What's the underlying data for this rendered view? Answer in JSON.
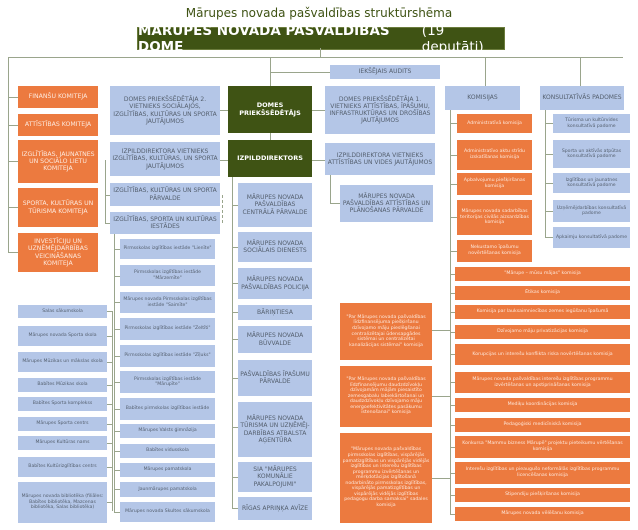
{
  "title": "Mārupes novada pašvaldības struktūrshēma",
  "dome": {
    "name": "MĀRUPES NOVADA PAŠVALDĪBAS DOME",
    "suffix": "(19 deputāti)"
  },
  "colors": {
    "dark_green": "#3f5314",
    "orange": "#ec7a3f",
    "blue": "#b4c6e7"
  },
  "committees": [
    "FINANŠU KOMITEJA",
    "ATTĪSTĪBAS KOMITEJA",
    "IZGLĪTĪBAS, JAUNATNES UN SOCIĀLO LIETU KOMITEJA",
    "SPORTA, KULTŪRAS UN TŪRISMA KOMITEJA",
    "INVESTĪCIJU UN UZŅĒMĒJDARBĪBAS VEICINĀŠANAS KOMITEJA"
  ],
  "leadership": {
    "internal_audit": "IEKŠĒJAIS AUDITS",
    "deputy2": "DOMES PRIEKŠSĒDĒTĀJA 2. VIETNIEKS SOCIĀLAJOS, IZGLĪTĪBAS, KULTŪRAS UN SPORTA JAUTĀJUMOS",
    "chair": "DOMES PRIEKŠSĒDĒTĀJS",
    "deputy1": "DOMES PRIEKŠSĒDĒTĀJA 1. VIETNIEKS ATTĪSTĪBAS, ĪPAŠUMU, INFRASTRUKTŪRAS UN DROŠĪBAS JAUTĀJUMOS",
    "executive_director": "IZPILDDIREKTORS",
    "exec_deputy_education": "IZPILDDIREKTORA VIETNIEKS IZGLĪTĪBAS, KULTŪRAS, UN SPORTA JAUTĀJUMOS",
    "exec_deputy_development": "IZPILDDIREKTORA VIETNIEKS ATTĪSTĪBAS UN VIDES JAUTĀJUMOS",
    "education_administration": "IZGLĪTĪBAS, KULTŪRAS UN SPORTA PĀRVALDE",
    "education_institutions": "IZGLĪTĪBAS, SPORTA UN KULTŪRAS IESTĀDES",
    "development_administration": "MĀRUPES NOVADA PAŠVALDĪBAS ATTĪSTĪBAS UN PLĀNOŠANAS PĀRVALDE"
  },
  "schools": [
    "Pirmsskolas izglītības iestāde \"Lienīte\"",
    "Pirmsskolas izglītības iestāde \"Mārzemīte\"",
    "Mārupes novada Pirmsskolas izglītības iestāde \"Saimīte\"",
    "Pirmsskolas izglītības iestāde \"Zeltīti\"",
    "Pirmsskolas izglītības iestāde \"Zīļuks\"",
    "Pirmsskolas izglītības iestāde \"Mārupīte\"",
    "Babītes pirmskolas izglītības iestāde",
    "Mārupes Valsts ģimnāzija",
    "Babītes vidusskola",
    "Mārupes pamatskola",
    "Jaunmārupes pamatskola",
    "Mārupes novada Skultes sākumskola"
  ],
  "culture_sport": [
    "Salas sākumskola",
    "Mārupes novada Sporta skola",
    "Mārupes Mūzikas un mākslas skola",
    "Babītes Mūzikas skola",
    "Babītes Sporta komplekss",
    "Mārupes Sporta centrs",
    "Mārupes Kultūras nams",
    "Babītes Kultūrizglītības centrs",
    "Mārupes novada bibliotēka (filiāles: Babītes bibliotēka, Mazcenas bibliotēka, Salas bibliotēka)"
  ],
  "agencies": [
    "MĀRUPES NOVADA PAŠVALDĪBAS CENTRĀLĀ PĀRVALDE",
    "MĀRUPES NOVADA SOCIĀLAIS DIENESTS",
    "MĀRUPES NOVADA PAŠVALDĪBAS POLICIJA",
    "BĀRIŅTIESA",
    "MĀRUPES NOVADA BŪVVALDE",
    "PAŠVALDĪBAS ĪPAŠUMU PĀRVALDE",
    "MĀRUPES NOVADA TŪRISMA UN UZŅĒMĒJ-DARBĪBAS ATBALSTA AĢENTŪRA",
    "SIA \"MĀRUPES KOMUNĀLIE PAKALPOJUMI\"",
    "RĪGAS APRIŅĶA AVĪZE"
  ],
  "commissions": {
    "header": "KOMISIJAS",
    "short": [
      "Administratīvā komisija",
      "Administratīvo aktu strīdu izskatīšanas komisija",
      "Apbalvojumu piešķiršanas komisija",
      "Mārupes novada sadarbības teritorijas civilās aizsardzības komisija",
      "Nekustamo īpašumu novērtēšanas komisija"
    ],
    "wide": [
      "\"Mārupe – mūsu mājas\" komisija",
      "Ētikas komisija",
      "Komisija par lauksaimniecības zemes iegūšanu īpašumā",
      "Dzīvojamo māju privatizācijas komisija",
      "Korupcijas un interešu konflikta riska novērtēšanas komisija",
      "Mārupes novada pašvaldības interešu izglītības programmu izvērtēšanas un apstiprināšanas komisija",
      "Mediķu koordinācijas komisija",
      "Pedagoģiski medicīniskā komisija",
      "Konkursa \"Mammu bizness Mārupē\" projektu pieteikumu vērtēšanas komisija",
      "Interešu izglītības un pieaugušo neformālās izglītības programmu licencēšanas komisija",
      "Stipendiju piešķiršanas komisija",
      "Mārupes novada vēlēšanu komisija"
    ],
    "long": [
      "\"Par Mārupes novada pašvaldības līdzfinansējuma piešķiršanu dzīvojamo māju pieslēgšanai centralizētajai ūdensapgādes sistēmai un centralizētai kanalizācijas sistēmai\" komisija",
      "\"Par Mārupes novada pašvaldības līdzfinansējumu daudzdzīvokļu dzīvojamām mājām piesaistīto zemesgabalu labiekārtošanai un daudzdzīvokļu dzīvojamo māju energoefektivitātes pasākumu īstenošanai\" komisija",
      "\"Mārupes novada pašvaldības pirmsskolas izglītības, vispārējās pamatizglītības un vispārējās vidējās izglītības un interešu izglītības programmu izvērtēšanas un mērķdotācijas izglītošanā nodarbināto pirmsskolas izglītības, vispārējās pamatizglītības un vispārējās vidējās izglītības pedagogu darba samaksai\" sadales komisija"
    ]
  },
  "councils": {
    "header": "KONSULTATĪVĀS PADOMES",
    "items": [
      "Tūrisma un kultūrvides konsultatīvā padome",
      "Sporta un aktīvās atpūtas konsultatīvā padome",
      "Izglītības un jaunatnes konsultatīvā padome",
      "Uzņēmējdarbības konsultatīvā padome",
      "Apkaimju konsultatīvā padome"
    ]
  }
}
